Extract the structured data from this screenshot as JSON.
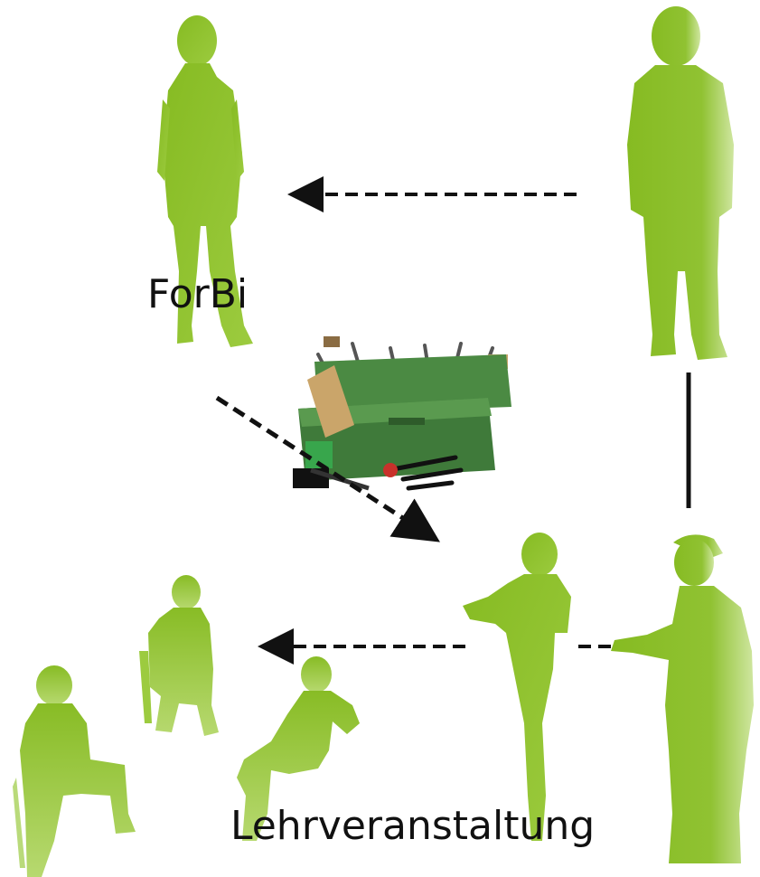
{
  "labels": {
    "top": "ForBi",
    "bottom": "Lehrveranstaltung"
  },
  "figures": [
    {
      "name": "standing-woman-top-left",
      "pose": "standing"
    },
    {
      "name": "standing-man-top-right",
      "pose": "standing"
    },
    {
      "name": "presenter-woman",
      "pose": "gesturing"
    },
    {
      "name": "presenter-man",
      "pose": "gesturing"
    },
    {
      "name": "seated-person-1",
      "pose": "seated"
    },
    {
      "name": "seated-person-2",
      "pose": "seated"
    },
    {
      "name": "seated-person-3",
      "pose": "seated"
    }
  ],
  "center_image": "toolbox-icon",
  "colors": {
    "figure": "#8cbf2a",
    "figure_light": "#b4d86a",
    "toolbox": "#3f7a3a",
    "arrow": "#111111"
  }
}
